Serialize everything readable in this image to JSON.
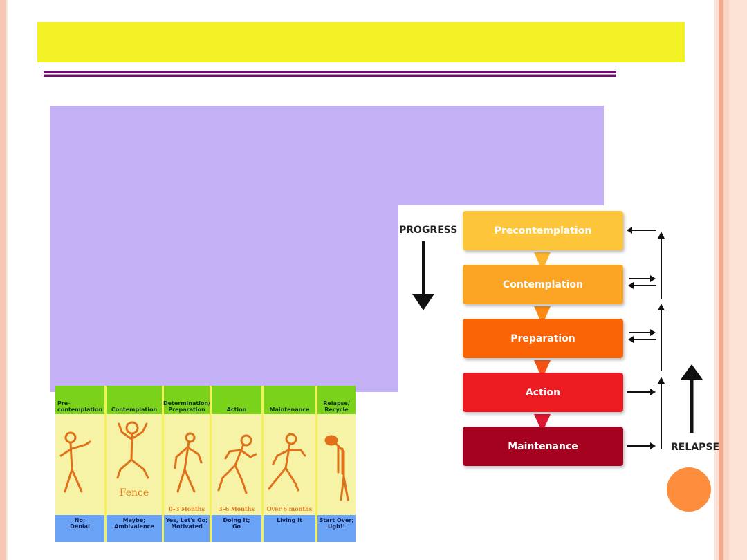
{
  "stage_table": {
    "columns": [
      {
        "header": "Pre-\ncontemplation",
        "footer": "No;\nDenial",
        "body_text": "",
        "time": ""
      },
      {
        "header": "Contemplation",
        "footer": "Maybe;\nAmbivalence",
        "body_text": "Fence",
        "time": ""
      },
      {
        "header": "Determination/\nPreparation",
        "footer": "Yes, Let's Go;\nMotivated",
        "body_text": "",
        "time": "0–3 Months"
      },
      {
        "header": "Action",
        "footer": "Doing It;\nGo",
        "body_text": "",
        "time": "3–6 Months"
      },
      {
        "header": "Maintenance",
        "footer": "Living It",
        "body_text": "",
        "time": "Over 6 months"
      },
      {
        "header": "Relapse/\nRecycle",
        "footer": "Start Over;\nUgh!!",
        "body_text": "",
        "time": ""
      }
    ]
  },
  "diagram": {
    "progress_label": "PROGRESS",
    "relapse_label": "RELAPSE",
    "stages": [
      {
        "name": "Precontemplation",
        "color": "#fdc63a"
      },
      {
        "name": "Contemplation",
        "color": "#fba322"
      },
      {
        "name": "Preparation",
        "color": "#fb6406"
      },
      {
        "name": "Action",
        "color": "#ec1b22"
      },
      {
        "name": "Maintenance",
        "color": "#a4021f"
      }
    ]
  },
  "colors": {
    "title_bar": "#f2f226",
    "content_box": "#c4b0f4",
    "accent_circle": "#fd8c3d"
  }
}
